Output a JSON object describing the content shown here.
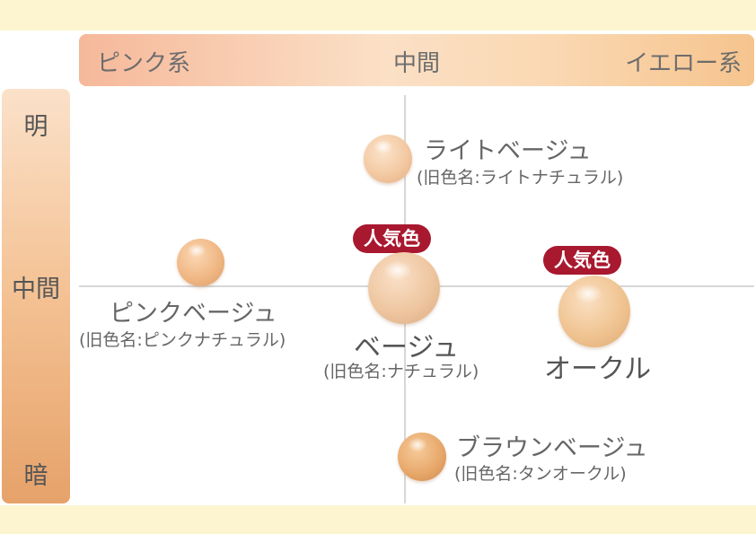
{
  "top_axis": {
    "left": "ピンク系",
    "center": "中間",
    "right": "イエロー系"
  },
  "left_axis": {
    "top": "明",
    "middle": "中間",
    "bottom": "暗"
  },
  "shades": [
    {
      "name": "ライトベージュ",
      "former": "(旧色名:ライトナチュラル)"
    },
    {
      "name": "ピンクベージュ",
      "former": "(旧色名:ピンクナチュラル)"
    },
    {
      "name": "ベージュ",
      "former": "(旧色名:ナチュラル)",
      "badge": "人気色"
    },
    {
      "name": "オークル",
      "badge": "人気色"
    },
    {
      "name": "ブラウンベージュ",
      "former": "(旧色名:タンオークル)"
    }
  ],
  "colors": {
    "badge": "#a8182f",
    "background": "#fdf5cf"
  }
}
